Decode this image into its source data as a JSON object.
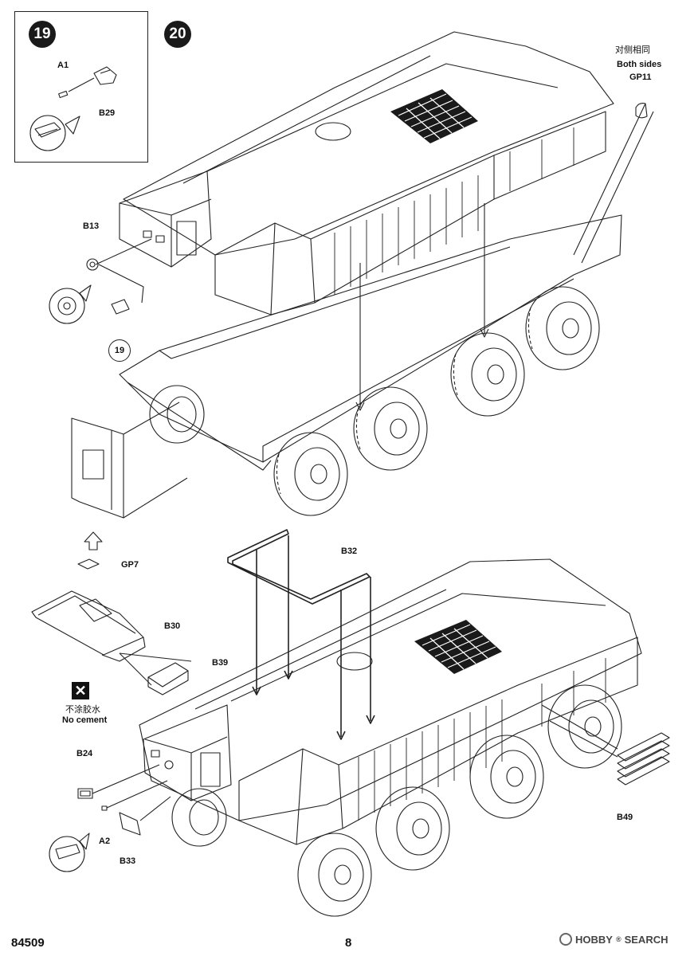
{
  "steps": {
    "step19": "19",
    "step20": "20"
  },
  "labels": {
    "a1": "A1",
    "b29": "B29",
    "b13": "B13",
    "ref19": "19",
    "both_sides_cn": "对侧相同",
    "both_sides_en": "Both sides",
    "gp11": "GP11",
    "gp7": "GP7",
    "b30": "B30",
    "b39": "B39",
    "no_cement_cn": "不涂胶水",
    "no_cement_en": "No cement",
    "b24": "B24",
    "a2": "A2",
    "b33": "B33",
    "b32": "B32",
    "b49": "B49"
  },
  "footer": {
    "code": "84509",
    "page": "8"
  },
  "watermark": {
    "brand": "HOBBY",
    "separator": "SEARCH",
    "mark": "®"
  },
  "colors": {
    "line": "#222222",
    "grille": "#1a1a1a",
    "paper": "#ffffff"
  }
}
